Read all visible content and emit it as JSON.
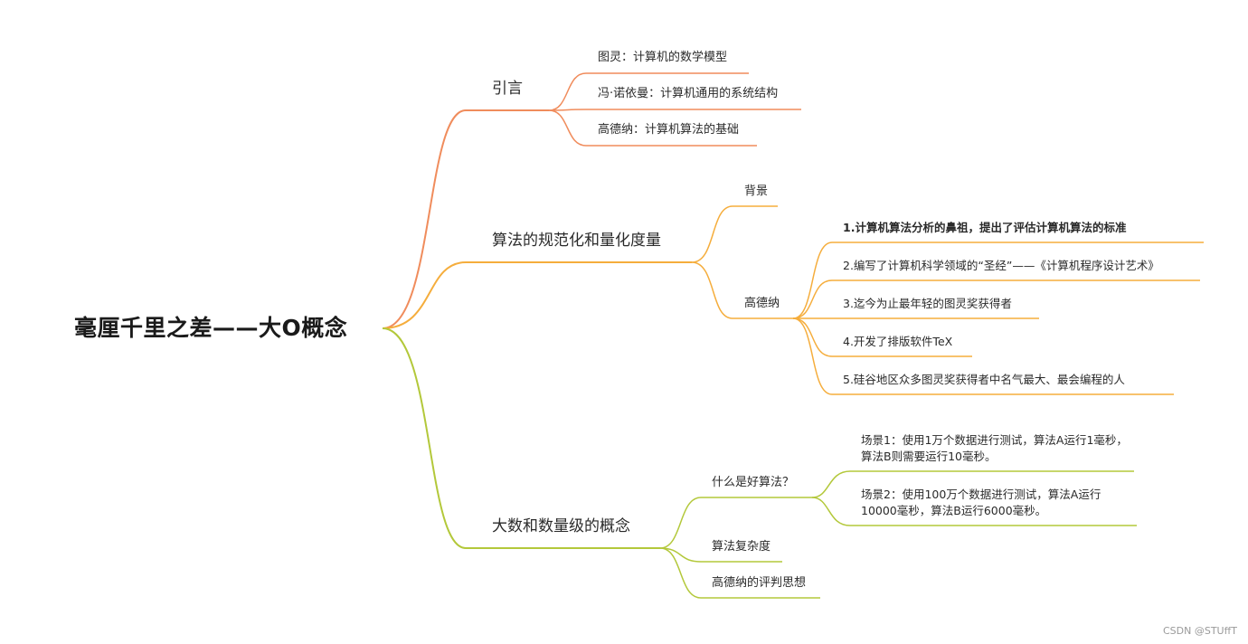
{
  "root": {
    "label": "毫厘千里之差——大O概念"
  },
  "colors": {
    "intro": "#f08c5c",
    "algo": "#f5ad3c",
    "big": "#b3c83a"
  },
  "branches": {
    "intro": {
      "label": "引言",
      "children": [
        "图灵：计算机的数学模型",
        "冯·诺依曼：计算机通用的系统结构",
        "高德纳：计算机算法的基础"
      ]
    },
    "algo": {
      "label": "算法的规范化和量化度量",
      "background": "背景",
      "knuth": {
        "label": "高德纳",
        "children": [
          "1.计算机算法分析的鼻祖，提出了评估计算机算法的标准",
          "2.编写了计算机科学领域的“圣经”——《计算机程序设计艺术》",
          "3.迄今为止最年轻的图灵奖获得者",
          "4.开发了排版软件TeX",
          "5.硅谷地区众多图灵奖获得者中名气最大、最会编程的人"
        ]
      }
    },
    "big": {
      "label": "大数和数量级的概念",
      "good": {
        "label": "什么是好算法？",
        "children": [
          "场景1：使用1万个数据进行测试，算法A运行1毫秒，算法B则需要运行10毫秒。",
          "场景2：使用100万个数据进行测试，算法A运行10000毫秒，算法B运行6000毫秒。"
        ]
      },
      "complexity": "算法复杂度",
      "knuth_idea": "高德纳的评判思想"
    }
  },
  "watermark": "CSDN @STUffT"
}
